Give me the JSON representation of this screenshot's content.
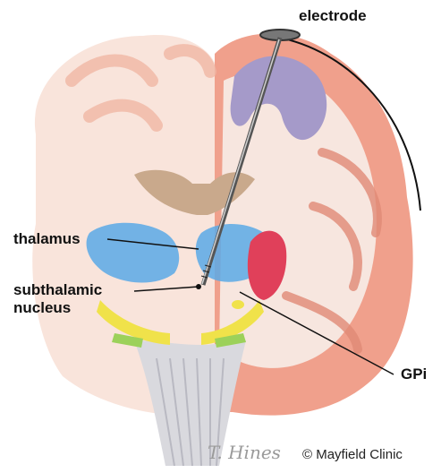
{
  "labels": {
    "electrode": "electrode",
    "thalamus": "thalamus",
    "subthalamic_line1": "subthalamic",
    "subthalamic_line2": "nucleus",
    "gpi": "GPi"
  },
  "credit": "© Mayfield Clinic",
  "colors": {
    "cortex": "#f0a08c",
    "white_matter": "#f7e6df",
    "motor_cortex": "#a59ac9",
    "thalamus": "#5aa9e6",
    "gpi": "#e0405a",
    "subthalamic": "#f0e24a",
    "brainstem": "#d9d9de",
    "ventricle": "#c9a98c",
    "electrode": "#555555"
  }
}
